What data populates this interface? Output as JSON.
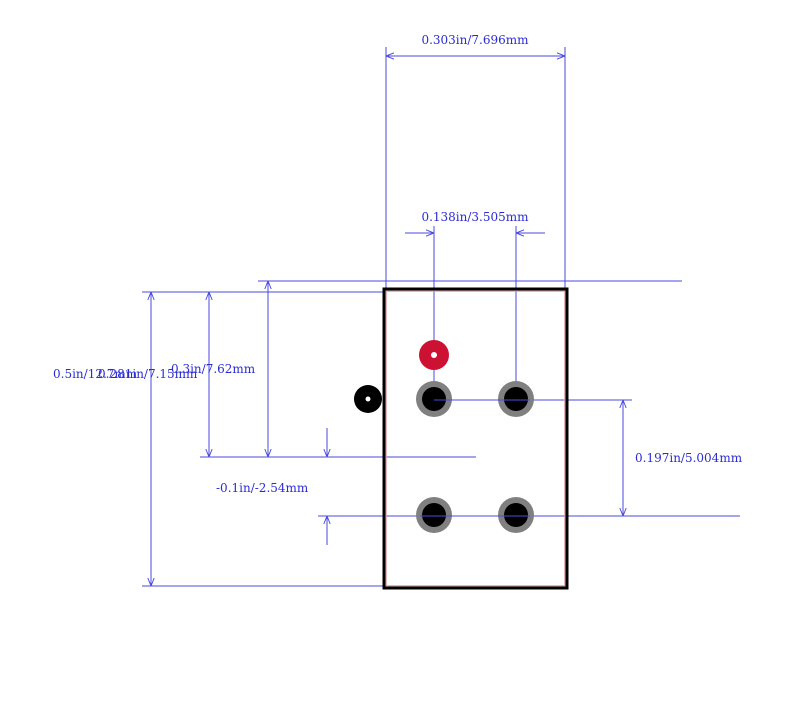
{
  "colors": {
    "dimension": "#4a4adf",
    "dimension_text": "#2b2bd6",
    "outline": "#000000",
    "body_edge": "#d8a0a0",
    "pin1_pad": "#cc1133",
    "pad_ring": "#808080",
    "pad_hole": "#000000",
    "mount_hole": "#000000"
  },
  "dimensions": {
    "overall_width": "0.303in/7.696mm",
    "pin_pitch_x": "0.138in/3.505mm",
    "pin_pitch_y": "0.197in/5.004mm",
    "pin1_offset": "-0.1in/-2.54mm",
    "pin1_height": "0.3in/7.62mm",
    "overall_height": "0.5in/12.7mm",
    "body_height": "0.281in/7.15mm"
  }
}
